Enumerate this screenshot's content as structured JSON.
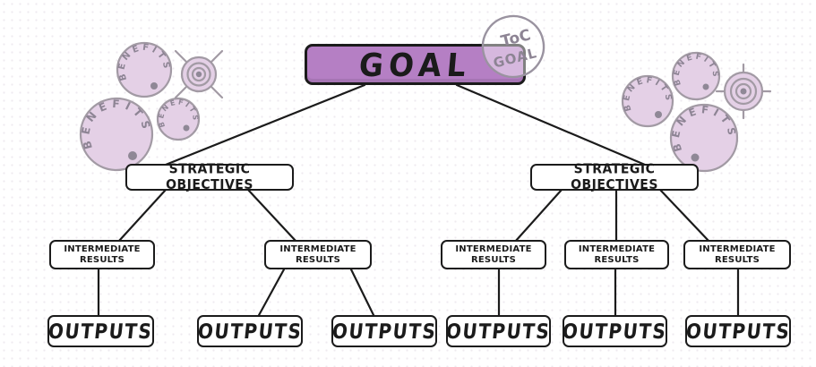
{
  "title": "Theory of Change diagram",
  "palette": {
    "goal_fill": "#b57fc4",
    "outline": "#1b1b1b",
    "box_fill": "#ffffff",
    "benefits_fill": "#e4d0e6",
    "benefits_stroke": "#a29aa4",
    "benefits_text": "#8d8494",
    "stamp_stroke": "#9a93a0"
  },
  "goal": {
    "label": "GOAL"
  },
  "stamp": {
    "line1": "ToC",
    "line2": "GOAL"
  },
  "strategic_objectives": [
    {
      "label": "STRATEGIC OBJECTIVES"
    },
    {
      "label": "STRATEGIC OBJECTIVES"
    }
  ],
  "intermediate_results": [
    {
      "line1": "INTERMEDIATE",
      "line2": "RESULTS"
    },
    {
      "line1": "INTERMEDIATE",
      "line2": "RESULTS"
    },
    {
      "line1": "INTERMEDIATE",
      "line2": "RESULTS"
    },
    {
      "line1": "INTERMEDIATE",
      "line2": "RESULTS"
    },
    {
      "line1": "INTERMEDIATE",
      "line2": "RESULTS"
    }
  ],
  "outputs": [
    {
      "label": "OUTPUTS"
    },
    {
      "label": "OUTPUTS"
    },
    {
      "label": "OUTPUTS"
    },
    {
      "label": "OUTPUTS"
    },
    {
      "label": "OUTPUTS"
    },
    {
      "label": "OUTPUTS"
    }
  ],
  "decor": {
    "benefits_label": "BENEFITS"
  }
}
